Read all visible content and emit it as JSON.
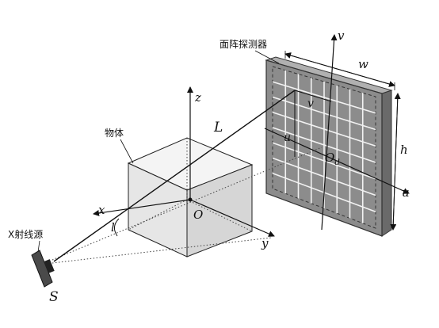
{
  "labels": {
    "detector": "面阵探测器",
    "object": "物体",
    "xray_source": "X射线源",
    "source_point": "S",
    "origin": "O",
    "detector_origin_main": "O",
    "detector_origin_sub": "d",
    "axis_z": "z",
    "axis_x": "x",
    "axis_y": "y",
    "axis_v": "v",
    "axis_u": "u",
    "pixel_u": "u",
    "pixel_v": "v",
    "distance_L": "L",
    "distance_l": "l",
    "width_w": "w",
    "height_h": "h"
  },
  "colors": {
    "detector_panel": "#8c8c8c",
    "detector_edge": "#5a5a5a",
    "grid": "#f2f2f2",
    "ink": "#111111",
    "source_body": "#4a4a4a"
  }
}
